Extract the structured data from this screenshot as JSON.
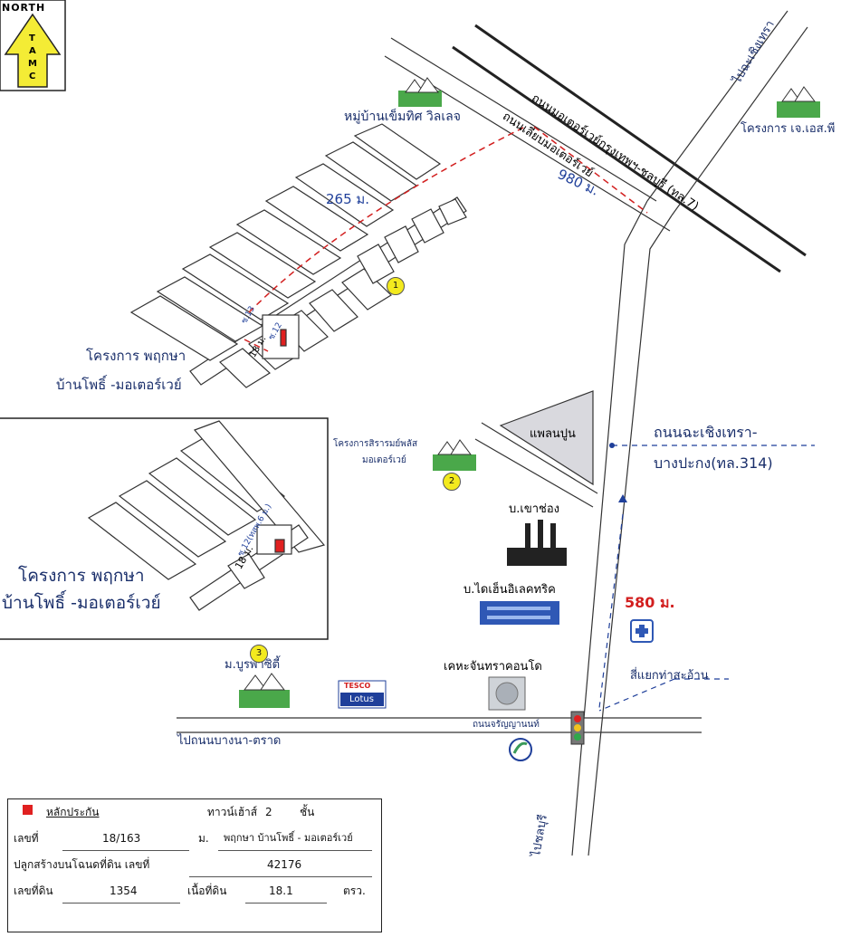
{
  "compass": {
    "line1": "NORTH",
    "line2": "T",
    "line3": "A",
    "line4": "M",
    "line5": "C"
  },
  "labels": {
    "village_top": "หมู่บ้านเข็มทิศ วิลเลจ",
    "road_motorway": "ถนนมอเตอร์เวย์กรุงเทพฯ-ชลบุรี (ทล.7)",
    "road_frontage": "ถนนเลียบมอเตอร์เวย์",
    "dist_980": "980 ม.",
    "dist_265": "265 ม.",
    "to_chachoengsao": "ไปฉะเชิงเทรา",
    "project_js": "โครงการ เจ.เอส.พี",
    "soi13": "ซ.13",
    "soi12": "ซ.12",
    "dist_18_a": "18 ม.",
    "project_pruksa_top_1": "โครงการ พฤกษา",
    "project_pruksa_top_2": "บ้านโพธิ์ -มอเตอร์เวย์",
    "plant_cement": "แพลนปูน",
    "road_314_1": "ถนนฉะเชิงเทรา-",
    "road_314_2": "บางปะกง(ทล.314)",
    "project_sirarom_1": "โครงการสิรารมย์พลัส",
    "project_sirarom_2": "มอเตอร์เวย์",
    "khaochong": "บ.เขาช่อง",
    "daikin": "บ.ไดเฮ็นอิเลคทริค",
    "dist_580": "580 ม.",
    "soi12_inset": "ซ.12(ทสพ.6 ม.)",
    "dist_18_b": "18 ม.",
    "project_pruksa_inset_1": "โครงการ พฤกษา",
    "project_pruksa_inset_2": "บ้านโพธิ์ -มอเตอร์เวย์",
    "buraphacity": "ม.บูรพาซิตี้",
    "tesco_1": "TESCO",
    "tesco_2": "Lotus",
    "condo": "เคหะจันทราคอนโด",
    "junction": "สี่แยกท่าสะอ้าน",
    "road_charoen": "ถนนจรัญญานนท์",
    "to_bangna": "ไปถนนบางนา-ตราด",
    "to_chonburi": "ไปชลบุรี",
    "marker1": "1",
    "marker2": "2",
    "marker3": "3"
  },
  "legend": {
    "collateral": "หลักประกัน",
    "house_type": "ทาวน์เฮ้าส์",
    "floors": "2",
    "floors_unit": "ชั้น",
    "no_label": "เลขที่",
    "no_value": "18/163",
    "moo_label": "ม.",
    "moo_value": "พฤกษา บ้านโพธิ์ - มอเตอร์เวย์",
    "deed_label": "ปลูกสร้างบนโฉนดที่ดิน เลขที่",
    "deed_value": "42176",
    "land_no_label": "เลขที่ดิน",
    "land_no_value": "1354",
    "area_label": "เนื้อที่ดิน",
    "area_value": "18.1",
    "area_unit": "ตรว."
  },
  "colors": {
    "navy": "#1a2f6b",
    "blue": "#1f3f9a",
    "red": "#d21f1f",
    "marker": "#f3ea1e",
    "collateral": "#e02020"
  }
}
